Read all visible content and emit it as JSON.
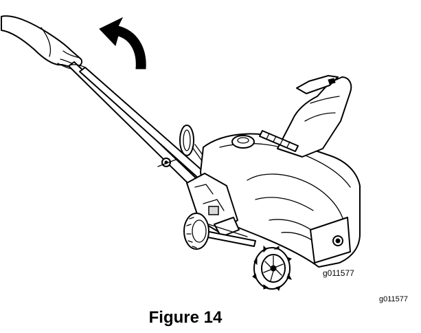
{
  "figure": {
    "illustration": "snowthrower-tilt-back",
    "inner_code": "g011577",
    "outer_code": "g011577",
    "caption": "Figure 14"
  }
}
